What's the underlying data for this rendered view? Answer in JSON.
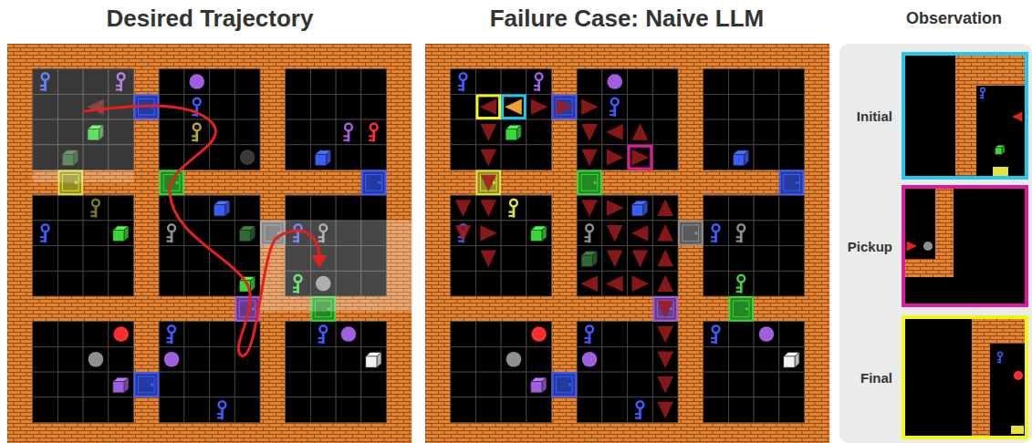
{
  "diagram": {
    "nodes": [
      {
        "text": [
          "Observation"
        ]
      },
      {
        "text": [
          "Initial"
        ],
        "in": 0
      },
      {
        "text": [
          "Pickup"
        ],
        "in": 0
      },
      {
        "text": [
          "Final"
        ],
        "in": 0
      }
    ],
    "labels": [
      "Desired Trajectory",
      "Failure Case: Naive LLM"
    ]
  }
}
